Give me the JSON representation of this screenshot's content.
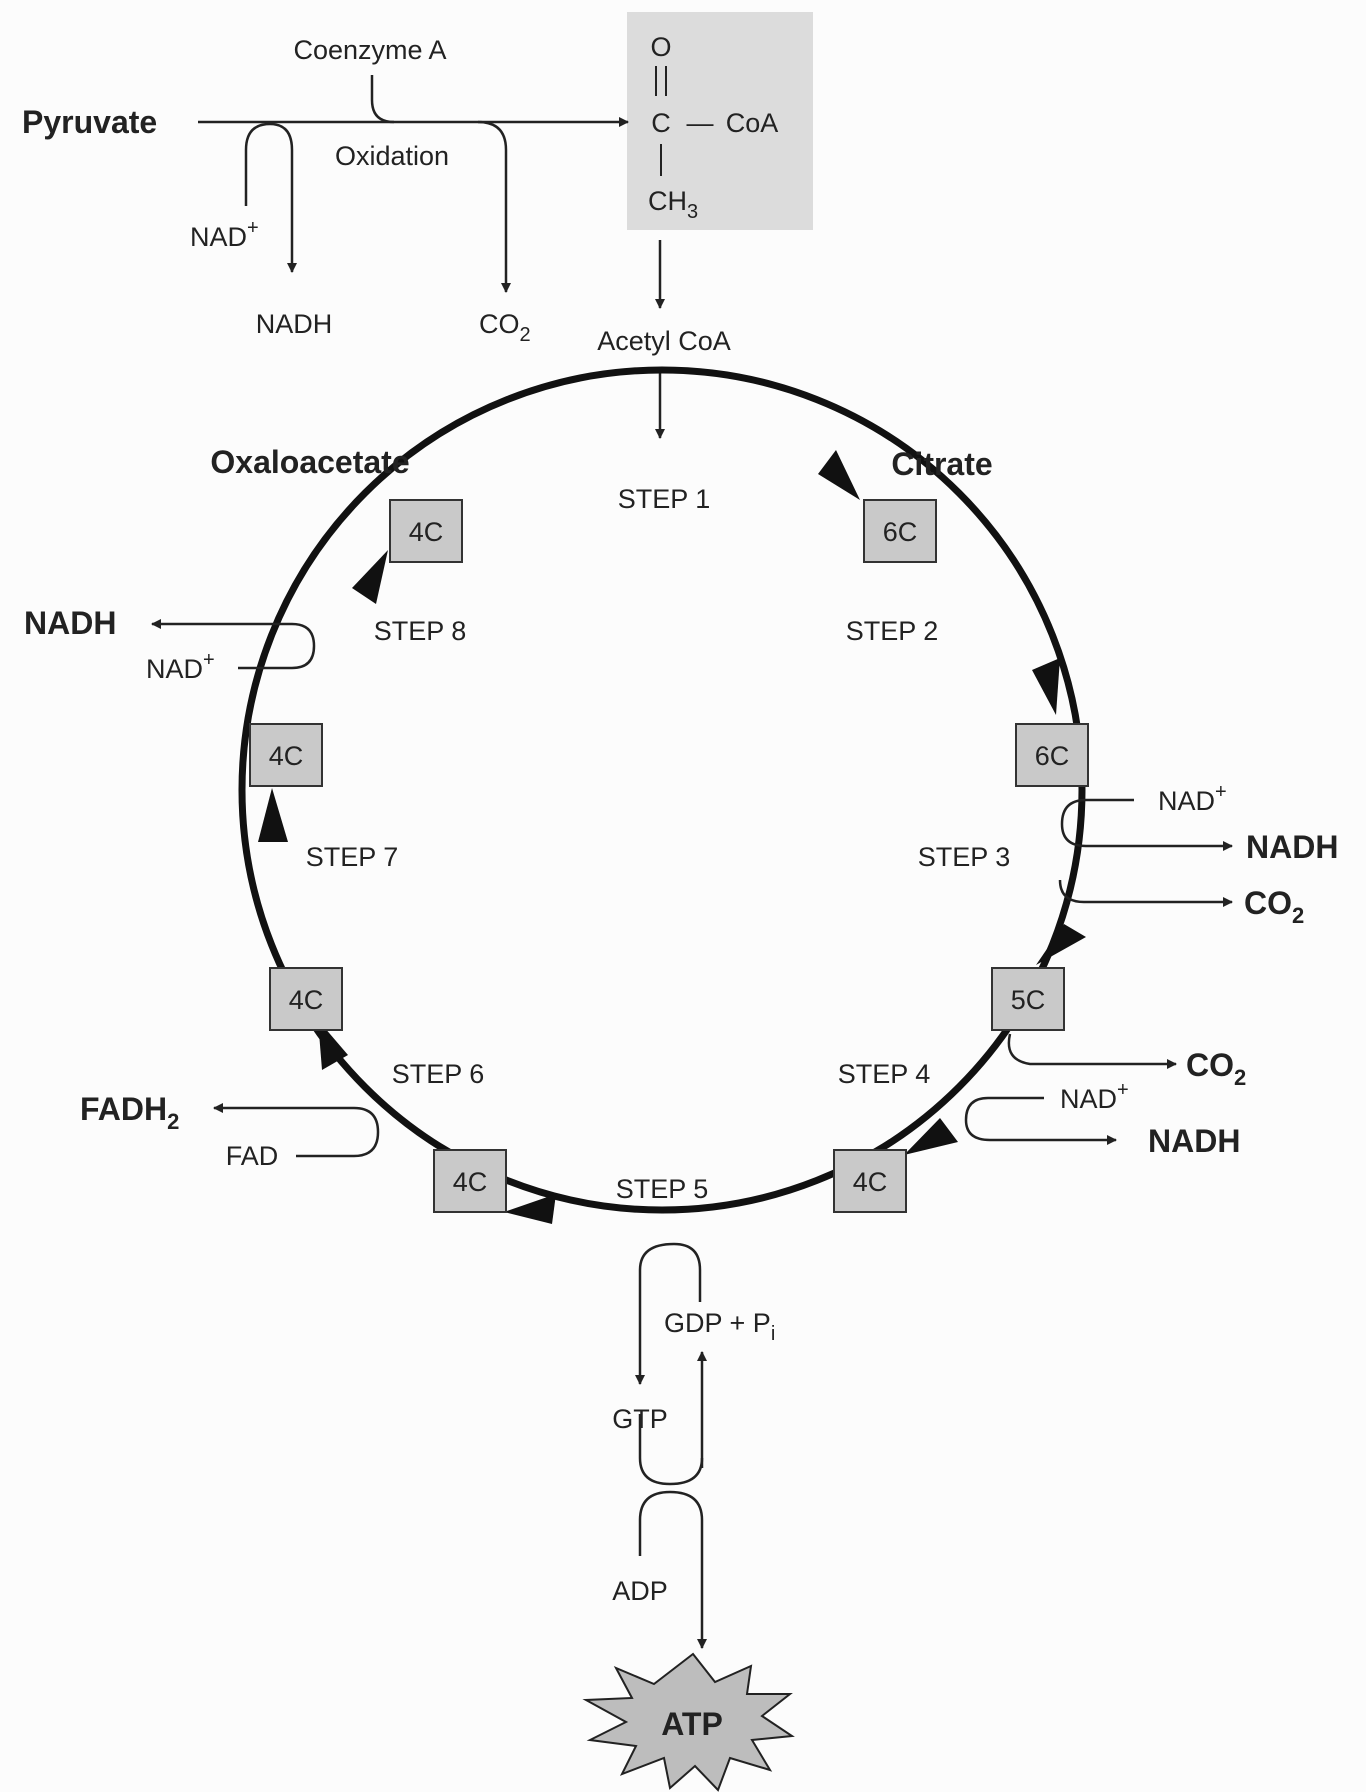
{
  "acetyl_structure": {
    "o": "O",
    "c": "C",
    "dash": "—",
    "coa": "CoA",
    "ch": "CH",
    "three": "3"
  },
  "pyruvate_stage": {
    "pyruvate": "Pyruvate",
    "coenzyme_a": "Coenzyme A",
    "oxidation": "Oxidation",
    "nad": "NAD",
    "plus": "+",
    "nadh": "NADH",
    "co": "CO",
    "two": "2",
    "acetyl_coa": "Acetyl CoA"
  },
  "cycle": {
    "oxaloacetate": "Oxaloacetate",
    "citrate": "Citrate",
    "intermediates": [
      "4C",
      "6C",
      "6C",
      "5C",
      "4C",
      "4C",
      "4C",
      "4C"
    ],
    "steps": [
      "STEP 1",
      "STEP 2",
      "STEP 3",
      "STEP 4",
      "STEP 5",
      "STEP 6",
      "STEP 7",
      "STEP 8"
    ]
  },
  "step3": {
    "nad": "NAD",
    "plus": "+",
    "nadh": "NADH",
    "co": "CO",
    "two": "2"
  },
  "step4": {
    "co": "CO",
    "two": "2",
    "nad": "NAD",
    "plus": "+",
    "nadh": "NADH"
  },
  "step6": {
    "fadh": "FADH",
    "two": "2",
    "fad": "FAD"
  },
  "step8": {
    "nadh": "NADH",
    "nad": "NAD",
    "plus": "+"
  },
  "step5": {
    "gdp": "GDP + P",
    "i": "i",
    "gtp": "GTP",
    "adp": "ADP",
    "atp": "ATP"
  },
  "colors": {
    "box_fill": "#c9c9c9",
    "acetyl_panel": "#dcdcdc",
    "atp_star": "#bdbdbd"
  }
}
